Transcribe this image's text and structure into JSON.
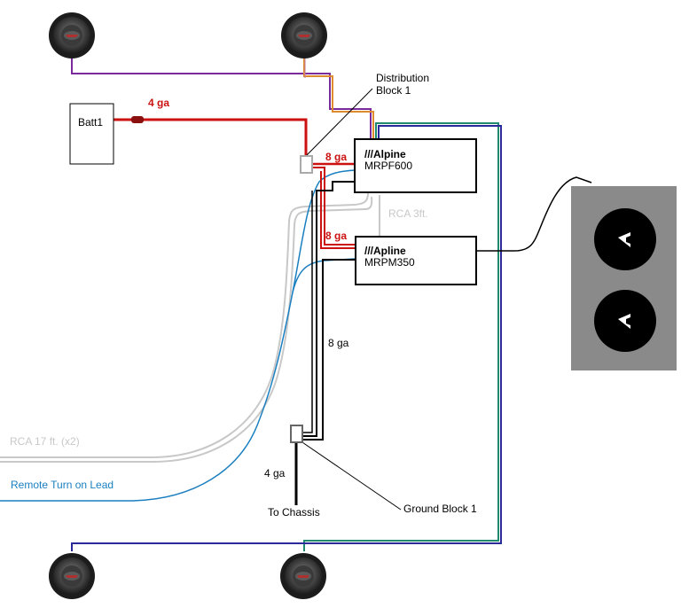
{
  "labels": {
    "battery": "Batt1",
    "battery_wire": "4 ga",
    "dist_block_line1": "Distribution",
    "dist_block_line2": "Block 1",
    "amp1_wire": "8 ga",
    "amp1_line1": "///Alpine",
    "amp1_line2": "MRPF600",
    "rca_short": "RCA 3ft.",
    "amp2_wire": "8 ga",
    "amp2_line1": "///Apline",
    "amp2_line2": "MRPM350",
    "ground_wire": "8 ga",
    "rca_long": "RCA 17 ft. (x2)",
    "remote_lead": "Remote Turn on Lead",
    "chassis_wire": "4 ga",
    "chassis": "To Chassis",
    "ground_block": "Ground Block 1"
  },
  "colors": {
    "power": "#cc1111",
    "remote": "#1a7fc0",
    "rca": "#c8c8c8",
    "ground": "#000000",
    "speaker_wire_purple": "#7a2a9a",
    "speaker_wire_orange": "#e08a30",
    "speaker_wire_teal": "#1f8a70",
    "speaker_wire_blue": "#2a2a9a",
    "sub_box": "#8a8a8a"
  },
  "icons": {
    "speaker": "speaker-icon",
    "subwoofer": "subwoofer-icon"
  }
}
